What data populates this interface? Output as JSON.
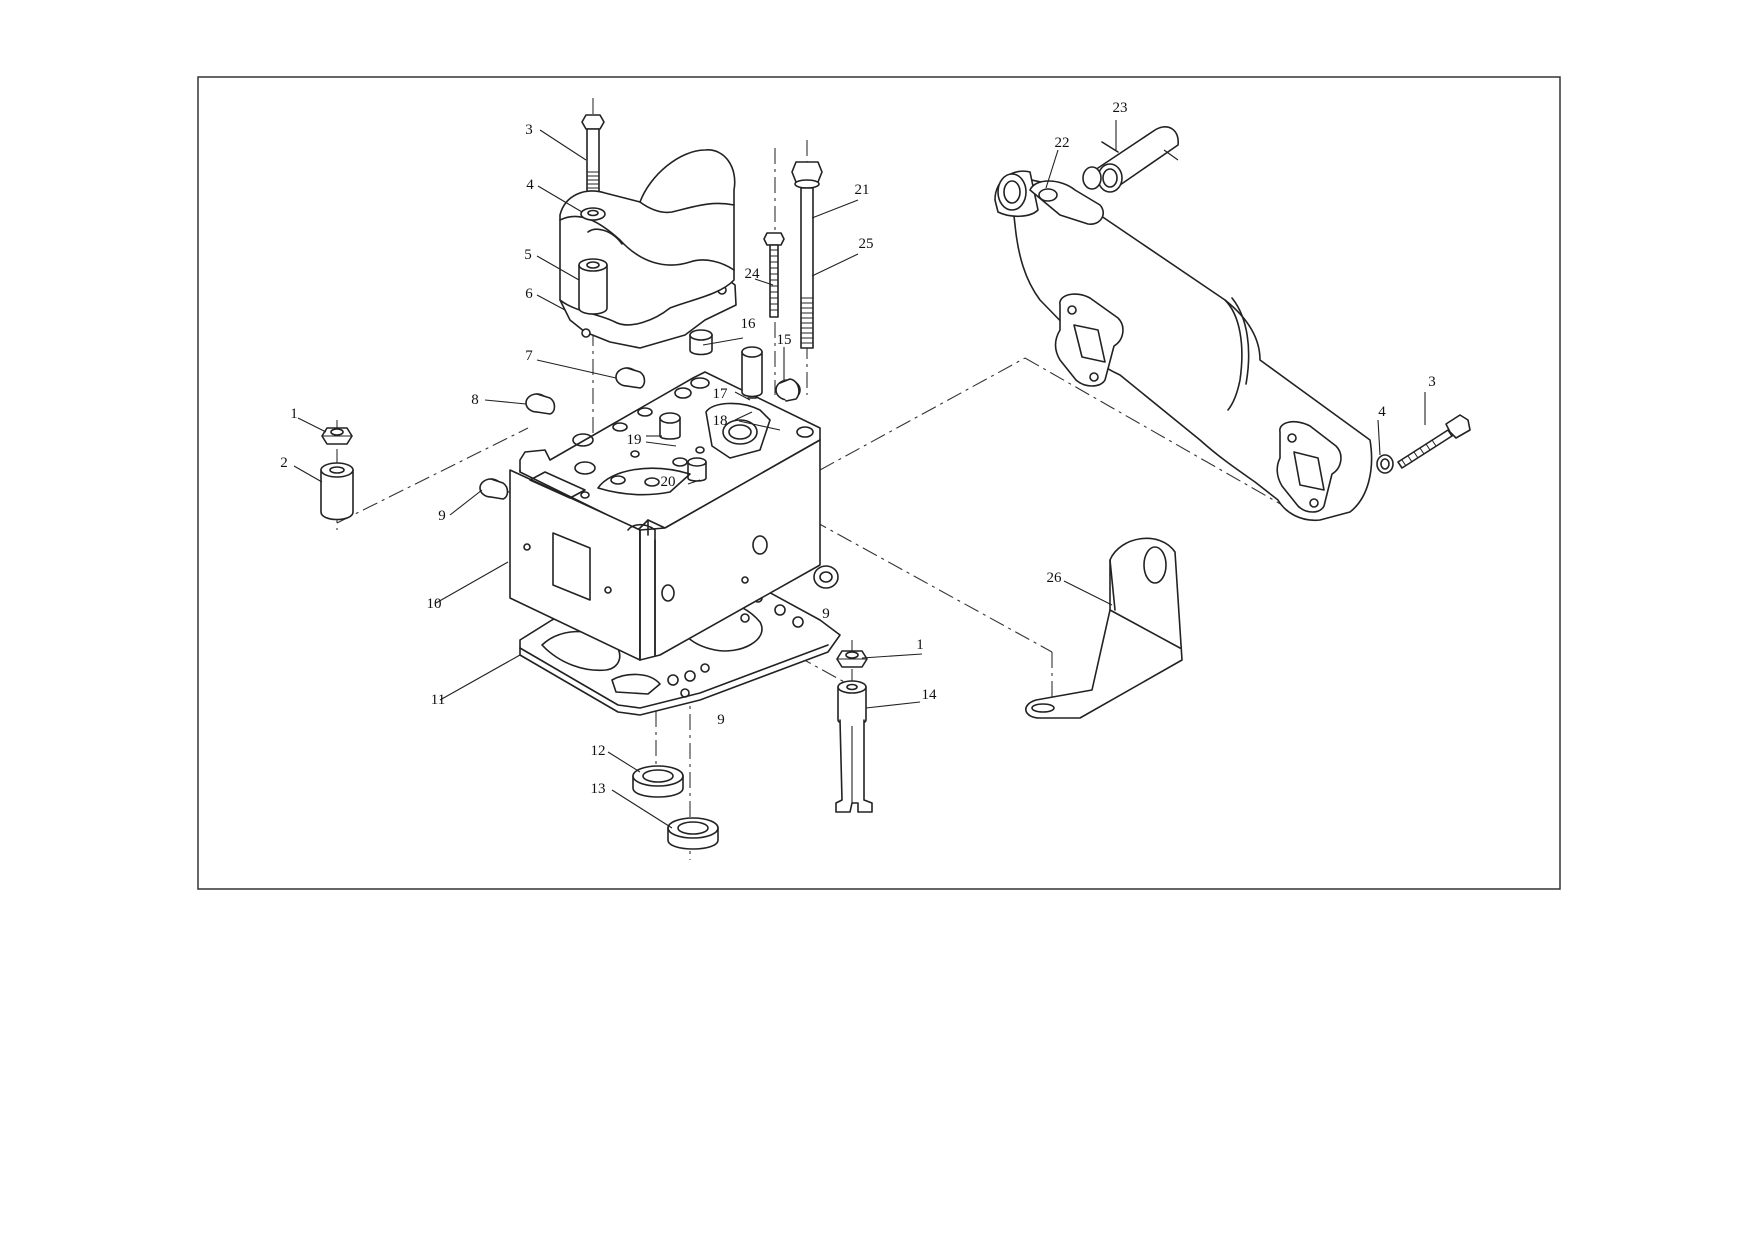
{
  "callouts": {
    "c1a": "1",
    "c2": "2",
    "c3a": "3",
    "c4a": "4",
    "c5": "5",
    "c6": "6",
    "c7": "7",
    "c8": "8",
    "c9a": "9",
    "c9b": "9",
    "c9c": "9",
    "c10": "10",
    "c11": "11",
    "c12": "12",
    "c13": "13",
    "c1b": "1",
    "c14": "14",
    "c15": "15",
    "c16": "16",
    "c17": "17",
    "c18": "18",
    "c19": "19",
    "c20": "20",
    "c21": "21",
    "c22": "22",
    "c23": "23",
    "c24": "24",
    "c25": "25",
    "c26": "26",
    "c3b": "3",
    "c4b": "4"
  }
}
